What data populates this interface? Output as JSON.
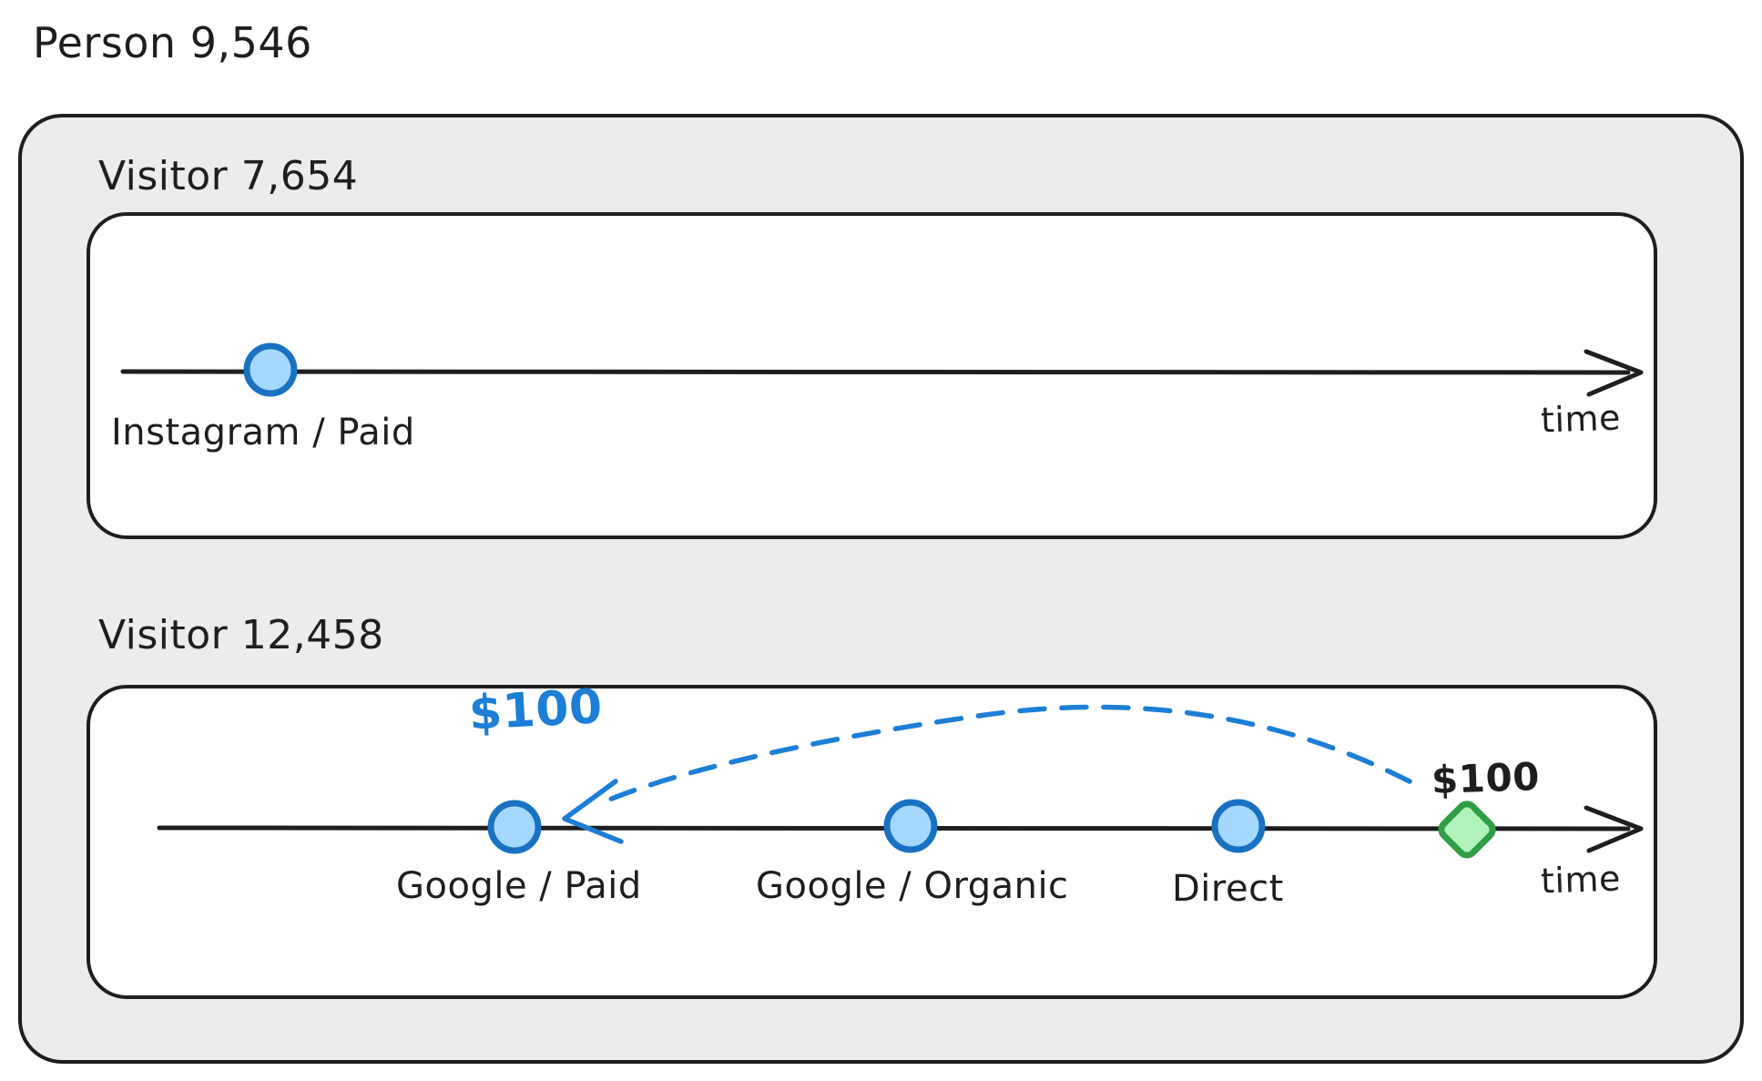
{
  "person": {
    "label": "Person 9,546"
  },
  "visitor1": {
    "label": "Visitor 7,654",
    "time_axis_label": "time",
    "events": [
      {
        "label": "Instagram / Paid",
        "type": "touchpoint",
        "marker": "blue-dot"
      }
    ]
  },
  "visitor2": {
    "label": "Visitor 12,458",
    "time_axis_label": "time",
    "events": [
      {
        "label": "Google / Paid",
        "type": "touchpoint",
        "marker": "blue-dot"
      },
      {
        "label": "Google / Organic",
        "type": "touchpoint",
        "marker": "blue-dot"
      },
      {
        "label": "Direct",
        "type": "touchpoint",
        "marker": "blue-dot"
      },
      {
        "label": "$100",
        "type": "conversion",
        "marker": "green-diamond"
      }
    ],
    "attribution": {
      "amount_at_conversion": "$100",
      "amount_attributed": "$100",
      "from_event": "$100 conversion",
      "to_event": "Google / Paid",
      "style": "dashed-curved-arrow"
    }
  },
  "colors": {
    "ink": "#1e1e1e",
    "panel_gray": "#ececec",
    "panel_white": "#ffffff",
    "dot_fill": "#a5d8ff",
    "dot_stroke": "#1971c2",
    "diamond_fill": "#b2f2bb",
    "diamond_stroke": "#2f9e44",
    "attribution_blue": "#1c7ed6"
  }
}
